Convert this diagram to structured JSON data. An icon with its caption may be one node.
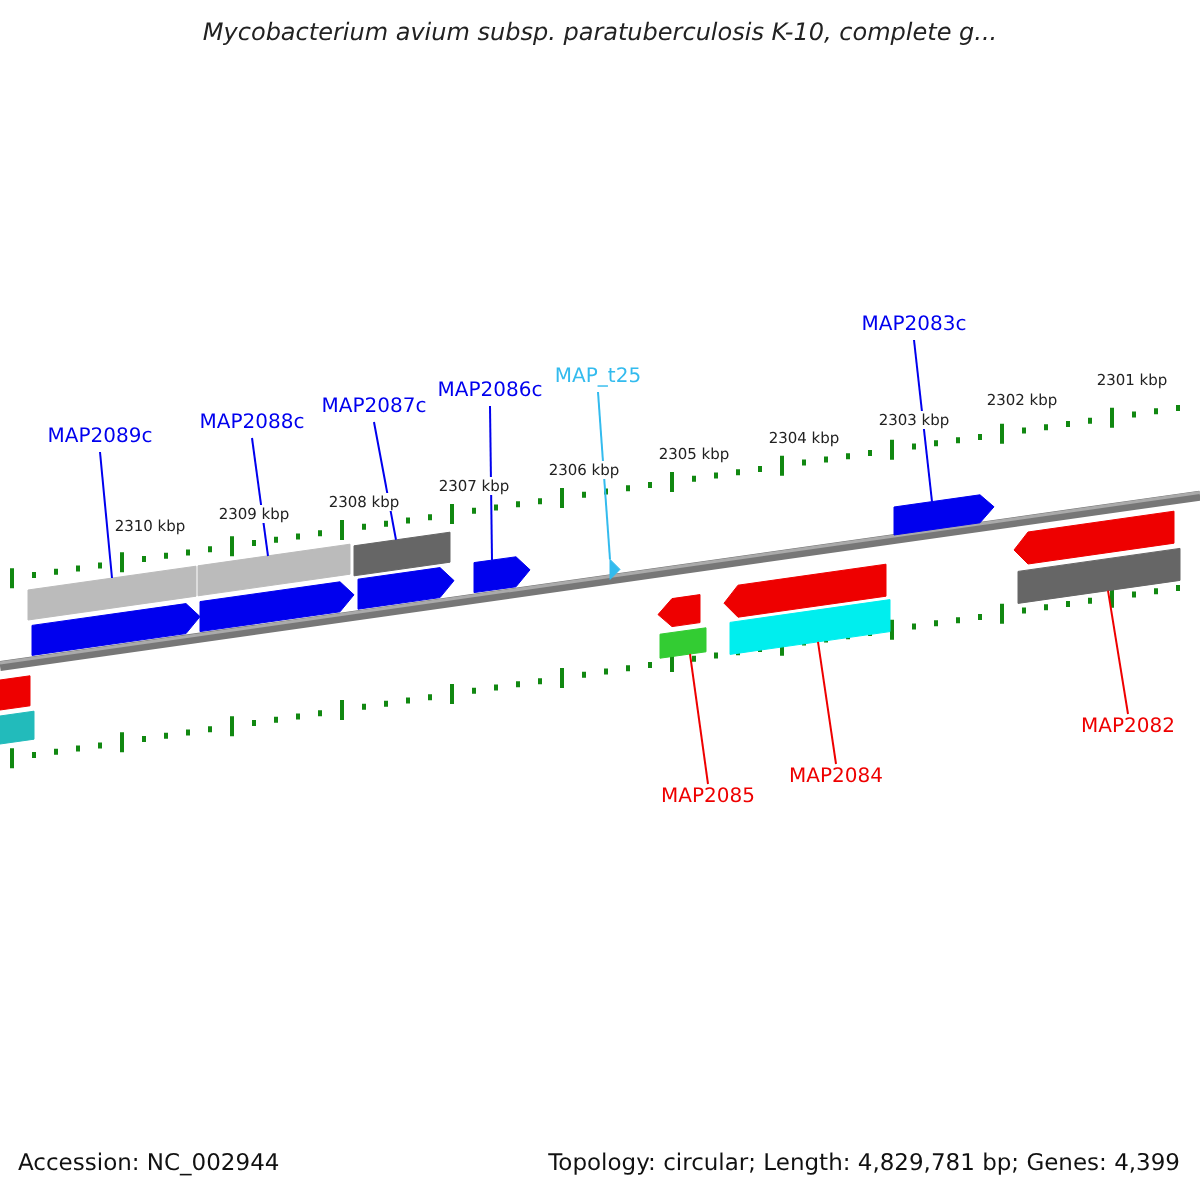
{
  "diagram": {
    "title": "Mycobacterium avium subsp. paratuberculosis K-10, complete g...",
    "nodes": [
      {
        "text": [
          "MAP2089c"
        ]
      },
      {
        "text": [
          "MAP2088c"
        ]
      },
      {
        "text": [
          "MAP2087c"
        ]
      },
      {
        "text": [
          "MAP2086c"
        ]
      },
      {
        "text": [
          "MAP_t25"
        ]
      },
      {
        "text": [
          "MAP2083c"
        ]
      },
      {
        "text": [
          "MAP2085"
        ]
      },
      {
        "text": [
          "MAP2084"
        ]
      },
      {
        "text": [
          "MAP2082"
        ]
      },
      {
        "text": [],
        "shape": "bar"
      },
      {
        "text": [],
        "shape": "bar"
      },
      {
        "text": [],
        "shape": "bar"
      },
      {
        "text": [],
        "shape": "bar"
      },
      {
        "text": [],
        "shape": "bar"
      },
      {
        "text": [],
        "shape": "bar"
      },
      {
        "text": [],
        "shape": "bar"
      },
      {
        "text": [],
        "shape": "bar"
      },
      {
        "text": [],
        "shape": "bar"
      },
      {
        "text": [],
        "shape": "triangle"
      },
      {
        "text": [],
        "shape": "bar"
      },
      {
        "text": [],
        "shape": "bar"
      },
      {
        "text": [],
        "shape": "bar"
      },
      {
        "text": [],
        "shape": "bar"
      },
      {
        "text": [],
        "shape": "bar"
      },
      {
        "text": [],
        "shape": "bar"
      },
      {
        "text": [],
        "shape": "bar"
      }
    ],
    "edges": [
      {
        "from": 0,
        "to": 11,
        "arrow": "none"
      },
      {
        "from": 1,
        "to": 13,
        "arrow": "none"
      },
      {
        "from": 2,
        "to": 15,
        "arrow": "none"
      },
      {
        "from": 3,
        "to": 17,
        "arrow": "none"
      },
      {
        "from": 4,
        "to": 18,
        "arrow": "none",
        "color": "#33bbee"
      },
      {
        "from": 5,
        "to": 23,
        "arrow": "none"
      },
      {
        "from": 6,
        "to": 20,
        "arrow": "none",
        "color": "#ee0000"
      },
      {
        "from": 7,
        "to": 22,
        "arrow": "none",
        "color": "#ee0000"
      },
      {
        "from": 8,
        "to": 25,
        "arrow": "none",
        "color": "#ee0000"
      }
    ],
    "labels": [
      "2310 kbp",
      "2309 kbp",
      "2308 kbp",
      "2307 kbp",
      "2306 kbp",
      "2305 kbp",
      "2304 kbp",
      "2303 kbp",
      "2302 kbp",
      "2301 kbp",
      "Accession: NC_002944",
      "Topology: circular; Length: 4,829,781 bp; Genes: 4,399"
    ]
  }
}
